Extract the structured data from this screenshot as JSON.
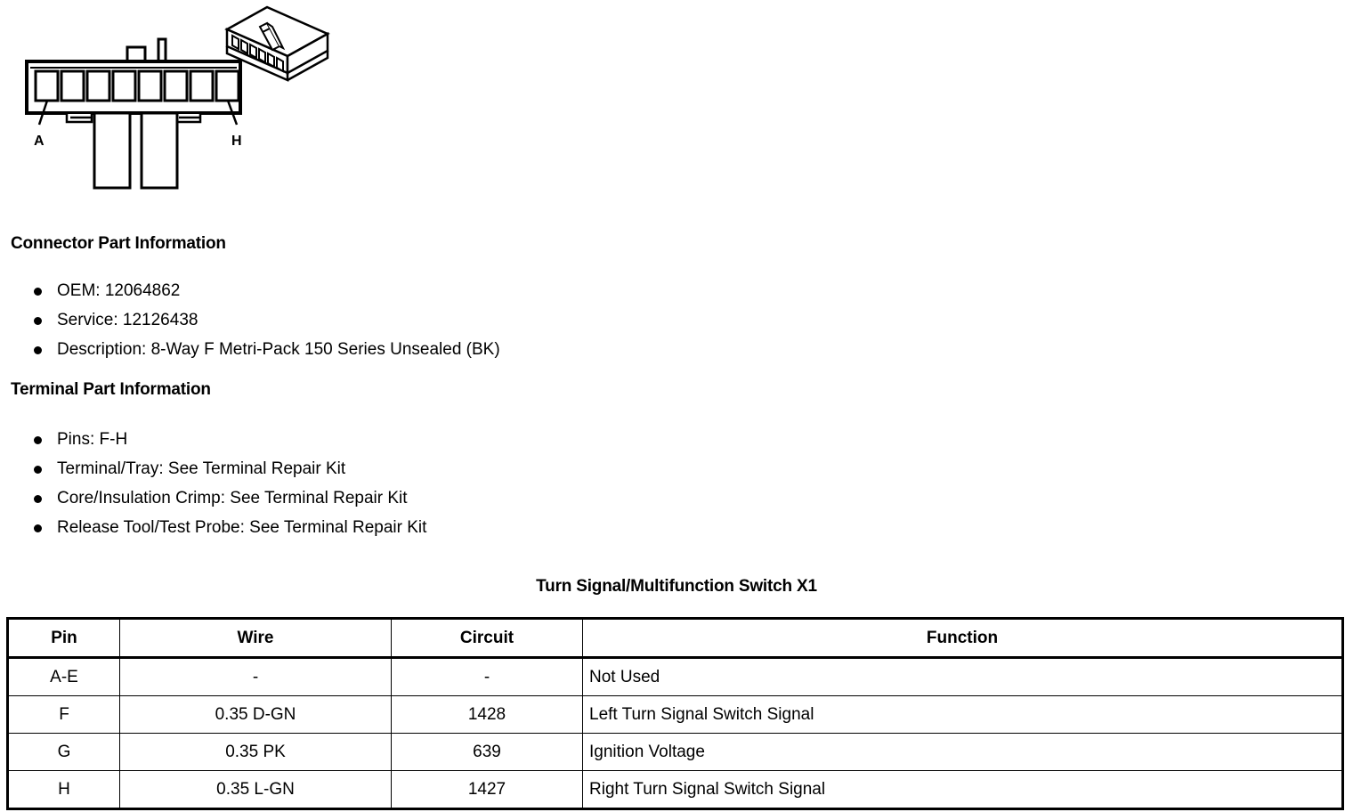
{
  "figure": {
    "caption_left": "A",
    "caption_right": "H",
    "cavity_count": 8
  },
  "connector_part_information": {
    "heading": "Connector Part Information",
    "items": [
      "OEM: 12064862",
      "Service: 12126438",
      "Description: 8-Way F Metri-Pack 150 Series Unsealed (BK)"
    ]
  },
  "terminal_part_information": {
    "heading": "Terminal Part Information",
    "items": [
      "Pins: F-H",
      "Terminal/Tray: See Terminal Repair Kit",
      "Core/Insulation Crimp: See Terminal Repair Kit",
      "Release Tool/Test Probe: See Terminal Repair Kit"
    ]
  },
  "pin_table": {
    "title": "Turn Signal/Multifunction Switch X1",
    "columns": [
      "Pin",
      "Wire",
      "Circuit",
      "Function"
    ],
    "rows": [
      {
        "pin": "A-E",
        "wire": "-",
        "circuit": "-",
        "function": "Not Used"
      },
      {
        "pin": "F",
        "wire": "0.35 D-GN",
        "circuit": "1428",
        "function": "Left Turn Signal Switch Signal"
      },
      {
        "pin": "G",
        "wire": "0.35 PK",
        "circuit": "639",
        "function": "Ignition Voltage"
      },
      {
        "pin": "H",
        "wire": "0.35 L-GN",
        "circuit": "1427",
        "function": "Right Turn Signal Switch Signal"
      }
    ]
  },
  "colors": {
    "ink": "#000000",
    "paper": "#ffffff"
  }
}
